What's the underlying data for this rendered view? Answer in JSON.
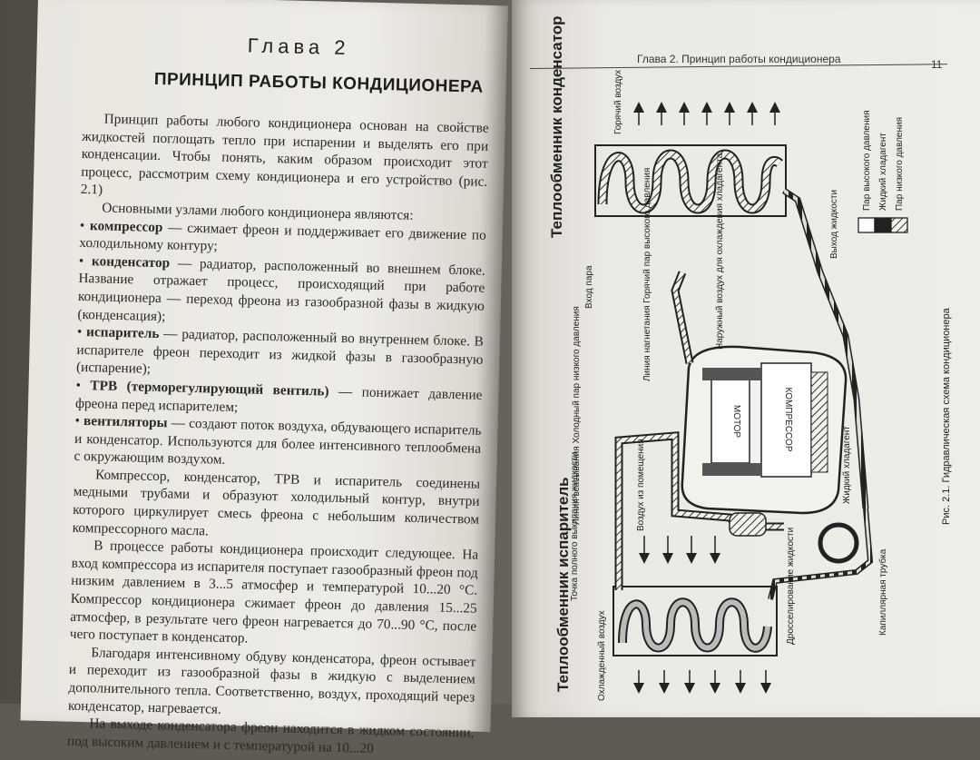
{
  "left_page": {
    "chapter_label": "Глава 2",
    "chapter_title": "ПРИНЦИП РАБОТЫ КОНДИЦИОНЕРА",
    "intro": "Принцип работы любого кондиционера основан на свойстве жидкостей поглощать тепло при испарении и выделять его при конденсации. Чтобы понять, каким образом происходит этот процесс, рассмотрим схему кондиционера и его устройство (рис. 2.1)",
    "units_intro": "Основными узлами любого кондиционера являются:",
    "bullets": [
      {
        "term": "компрессор",
        "text": " — сжимает фреон и поддерживает его движение по холодильному контуру;"
      },
      {
        "term": "конденсатор",
        "text": " — радиатор, расположенный во внешнем блоке. Название отражает процесс, происходящий при работе кондиционера — переход фреона из газообразной фазы в жидкую (конденсация);"
      },
      {
        "term": "испаритель",
        "text": " — радиатор, расположенный во внутреннем блоке. В испарителе фреон переходит из жидкой фазы в газообразную (испарение);"
      },
      {
        "term": "ТРВ (терморегулирующий вентиль)",
        "text": " — понижает давление фреона перед испарителем;"
      },
      {
        "term": "вентиляторы",
        "text": " — создают поток воздуха, обдувающего испаритель и конденсатор. Используются для более интенсивного теплообмена с окружающим воздухом."
      }
    ],
    "para_contour": "Компрессор, конденсатор, ТРВ и испаритель соединены медными трубами и образуют холодильный контур, внутри которого циркулирует смесь фреона с небольшим количеством компрессорного масла.",
    "para_process": "В процессе работы кондиционера происходит следующее. На вход компрессора из испарителя поступает газообразный фреон под низким давлением в 3...5 атмосфер и температурой 10...20 °С. Компрессор кондиционера сжимает фреон до давления 15...25 атмосфер, в результате чего фреон нагревается до 70...90 °С, после чего поступает в конденсатор.",
    "para_blowing": "Благодаря интенсивному обдуву конденсатора, фреон остывает и переходит из газообразной фазы в жидкую с выделением дополнительного тепла. Соответственно, воздух, проходящий через конденсатор, нагревается.",
    "para_exit": "На выходе конденсатора фреон находится в жидком состоянии, под высоким давлением и с температурой на 10...20"
  },
  "right_page": {
    "running_head": "Глава 2. Принцип работы кондиционера",
    "page_number": "11",
    "diagram": {
      "caption": "Рис. 2.1. Гидравлическая схема кондиционера",
      "condenser_label": "Теплообменник конденсатор",
      "evaporator_label": "Теплообменник испаритель",
      "hot_air": "Горячий воздух",
      "cooled_air": "Охлажденный воздух",
      "vapor_inlet": "Вход пара",
      "discharge_line": "Линия нагнетания Горячий пар высокого давления",
      "outdoor_air": "Наружный воздух для охлаждения хладагента",
      "suction_line": "Линия всасывания Холодный пар низкого давления",
      "room_air": "Воздух из помещения",
      "full_boil": "Точка полного выкипания жидкости",
      "motor": "МОТОР",
      "compressor": "КОМПРЕССОР",
      "liquid_refrigerant": "Жидкий хладагент",
      "liquid_outlet": "Выход жидкости",
      "throttling": "Дросселирование жидкости",
      "capillary": "Капиллярная трубка",
      "legend": [
        "Пар высокого давления",
        "Жидкий хладагент",
        "Пар низкого давления"
      ]
    }
  }
}
